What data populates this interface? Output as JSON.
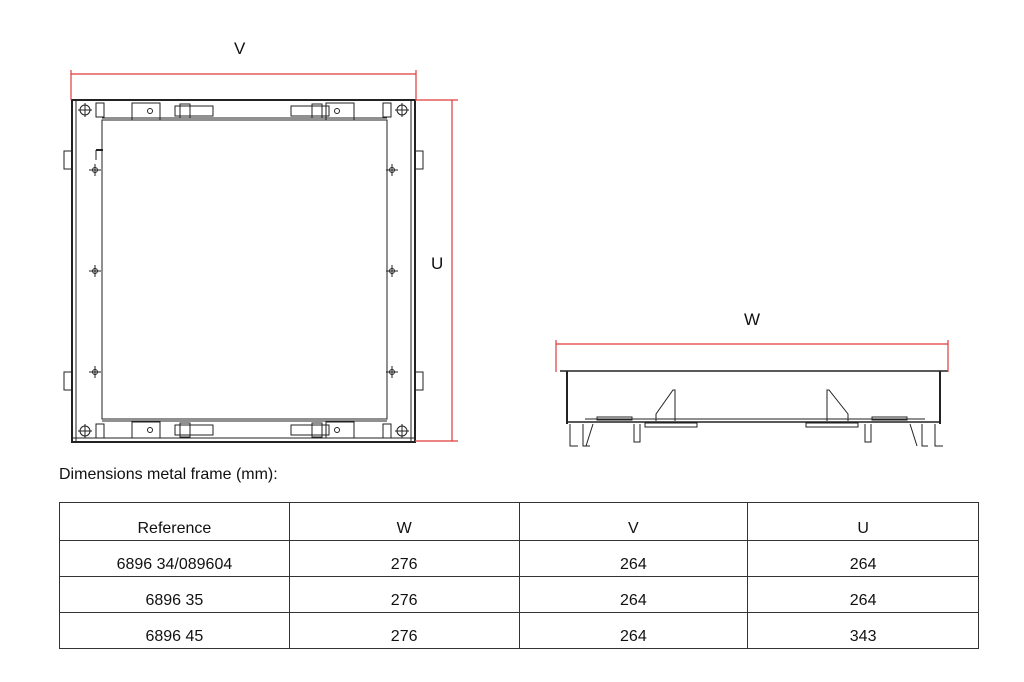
{
  "drawing": {
    "top_view": {
      "dimension_labels": {
        "width": "V",
        "height": "U"
      }
    },
    "side_view": {
      "dimension_labels": {
        "width": "W"
      }
    },
    "dimension_line_color": "#e03a3a",
    "line_color": "#222222"
  },
  "caption": "Dimensions metal frame (mm):",
  "table": {
    "headers": [
      "Reference",
      "W",
      "V",
      "U"
    ],
    "rows": [
      {
        "reference": "6896 34/089604",
        "w": "276",
        "v": "264",
        "u": "264"
      },
      {
        "reference": "6896 35",
        "w": "276",
        "v": "264",
        "u": "264"
      },
      {
        "reference": "6896 45",
        "w": "276",
        "v": "264",
        "u": "343"
      }
    ]
  }
}
